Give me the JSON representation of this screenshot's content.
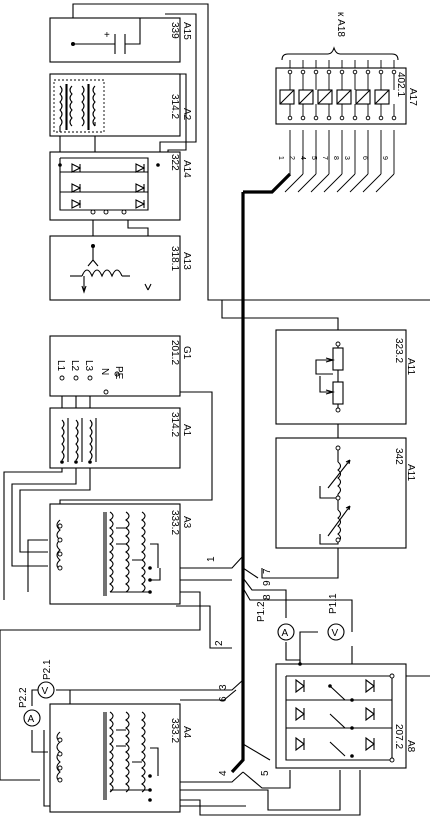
{
  "blocks": {
    "a15": {
      "code": "339",
      "name": "A15",
      "cap_plus": "+"
    },
    "a2": {
      "code": "314.2",
      "name": "A2"
    },
    "a14": {
      "code": "322",
      "name": "A14"
    },
    "a13": {
      "code": "318.1",
      "name": "A13"
    },
    "g1": {
      "code": "201.2",
      "name": "G1",
      "terminals": [
        "L1",
        "L2",
        "L3",
        "N",
        "PE"
      ]
    },
    "a1": {
      "code": "314.2",
      "name": "A1"
    },
    "a3": {
      "code": "333.2",
      "name": "A3"
    },
    "a4": {
      "code": "333.2",
      "name": "A4"
    },
    "a11_top": {
      "code": "323.2",
      "name": "A11"
    },
    "a11_bot": {
      "code": "342",
      "name": "A11"
    },
    "a8": {
      "code": "207.2",
      "name": "A8"
    },
    "a17": {
      "code": "402.1",
      "name": "A17",
      "to": "к A18",
      "channels": [
        "1",
        "2",
        "4",
        "5",
        "7",
        "8",
        "3",
        "6",
        "9"
      ]
    }
  },
  "meters": {
    "p11": {
      "label": "P1.1",
      "symbol": "V"
    },
    "p12": {
      "label": "P1.2",
      "symbol": "A"
    },
    "p21": {
      "label": "P2.1",
      "symbol": "V"
    },
    "p22": {
      "label": "P2.2",
      "symbol": "A"
    }
  },
  "wire_numbers": [
    "1",
    "7",
    "9",
    "8",
    "2",
    "3",
    "6",
    "4",
    "5"
  ]
}
